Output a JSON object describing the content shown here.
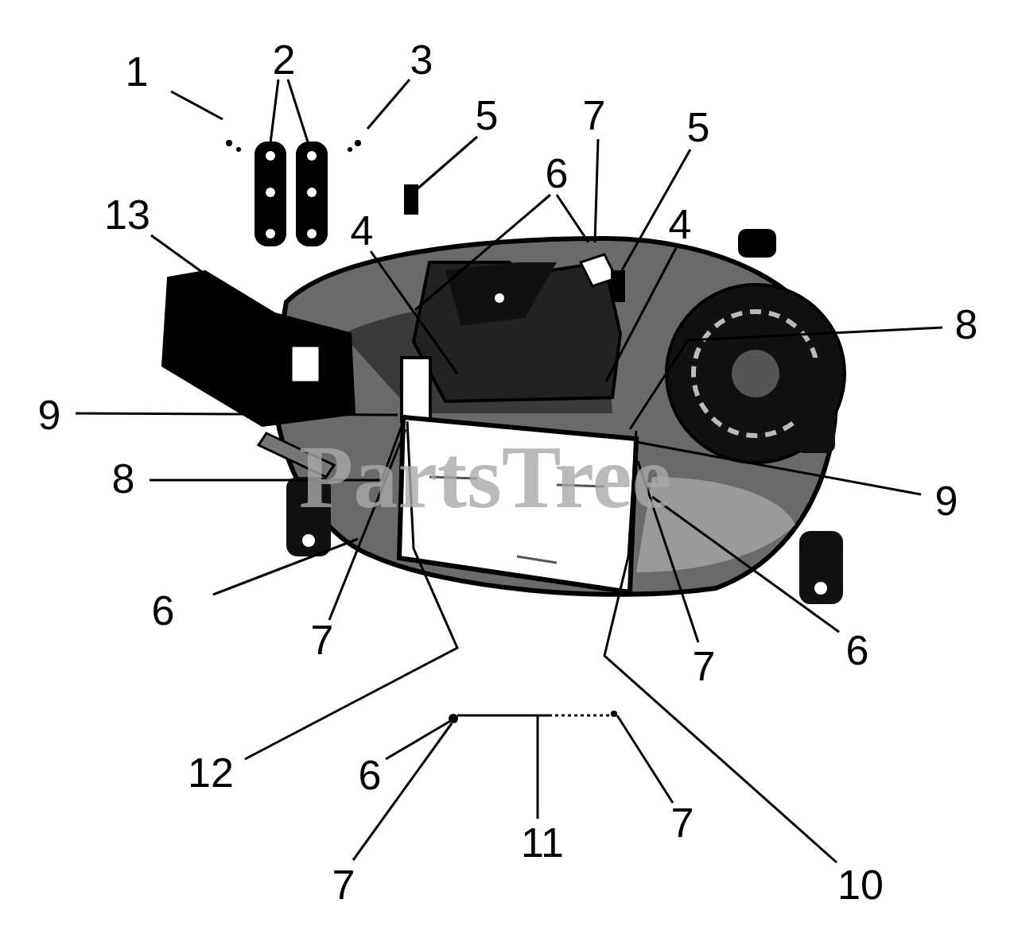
{
  "diagram": {
    "labels": [
      "1",
      "2",
      "3",
      "5",
      "7",
      "5",
      "6",
      "13",
      "4",
      "4",
      "8",
      "9",
      "9",
      "8",
      "6",
      "7",
      "7",
      "6",
      "12",
      "6",
      "11",
      "7",
      "7",
      "10",
      "PartsTree"
    ]
  }
}
